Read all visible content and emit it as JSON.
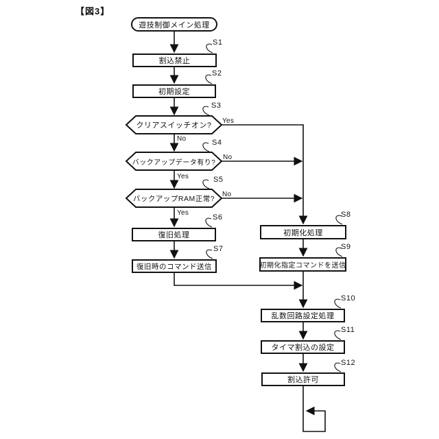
{
  "figure_label": "【図3】",
  "branch": {
    "yes": "Yes",
    "no": "No"
  },
  "flowchart": {
    "title": "遊技制御メイン処理",
    "steps": [
      {
        "id": "S1",
        "label": "割込禁止",
        "type": "process"
      },
      {
        "id": "S2",
        "label": "初期設定",
        "type": "process"
      },
      {
        "id": "S3",
        "label": "クリアスイッチオン?",
        "type": "decision"
      },
      {
        "id": "S4",
        "label": "バックアップデータ有り?",
        "type": "decision"
      },
      {
        "id": "S5",
        "label": "バックアップRAM正常?",
        "type": "decision"
      },
      {
        "id": "S6",
        "label": "復旧処理",
        "type": "process"
      },
      {
        "id": "S7",
        "label": "復旧時のコマンド送信",
        "type": "process"
      },
      {
        "id": "S8",
        "label": "初期化処理",
        "type": "process"
      },
      {
        "id": "S9",
        "label": "初期化指定コマンドを送信",
        "type": "process"
      },
      {
        "id": "S10",
        "label": "乱数回路設定処理",
        "type": "process"
      },
      {
        "id": "S11",
        "label": "タイマ割込の設定",
        "type": "process"
      },
      {
        "id": "S12",
        "label": "割込許可",
        "type": "process"
      }
    ]
  }
}
